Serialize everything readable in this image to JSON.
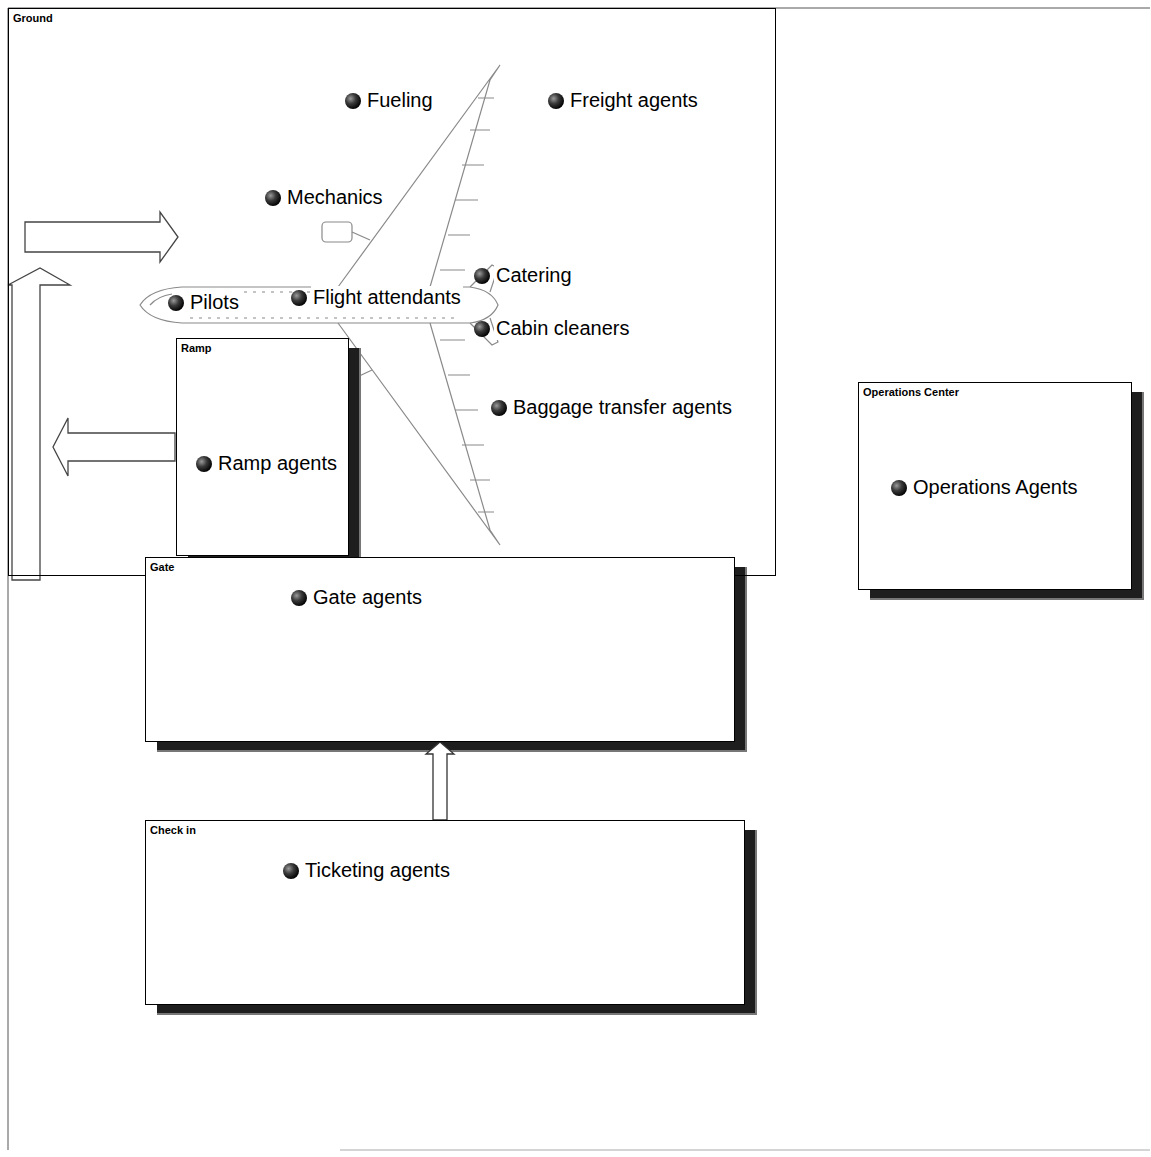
{
  "diagram": {
    "nodes": [
      {
        "text": [
          "Ground",
          "Fueling",
          "Freight agents",
          "Mechanics",
          "Catering",
          "Pilots",
          "Flight attendants",
          "Cabin cleaners",
          "Baggage transfer agents"
        ]
      },
      {
        "text": [
          "Ramp",
          "Ramp agents"
        ],
        "in": 0
      },
      {
        "text": [
          "Gate",
          "Gate agents"
        ]
      },
      {
        "text": [
          "Check in",
          "Ticketing agents"
        ]
      },
      {
        "text": [
          "Operations Center",
          "Operations Agents"
        ]
      }
    ],
    "edges": [
      {
        "from": 3,
        "to": 2,
        "arrow": "to"
      }
    ]
  }
}
